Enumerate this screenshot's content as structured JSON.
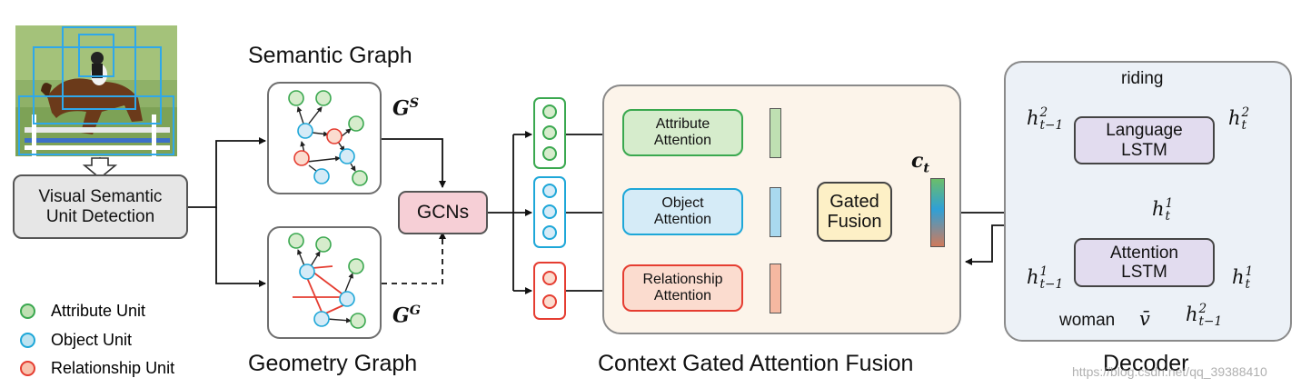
{
  "detection": {
    "label": "Visual Semantic Unit Detection"
  },
  "semantic_graph": {
    "title": "Semantic Graph",
    "symbol": "G",
    "sup": "S"
  },
  "geometry_graph": {
    "title": "Geometry Graph",
    "symbol": "G",
    "sup": "G"
  },
  "gcns": {
    "label": "GCNs"
  },
  "attention": {
    "attribute": "Attribute Attention",
    "object": "Object Attention",
    "relationship": "Relationship Attention"
  },
  "fusion": {
    "label": "Gated Fusion",
    "context_symbol": "c",
    "context_sub": "t"
  },
  "context_panel": {
    "title": "Context Gated Attention Fusion"
  },
  "decoder": {
    "title": "Decoder",
    "language_lstm": "Language LSTM",
    "attention_lstm": "Attention LSTM",
    "output_word": "riding",
    "input_word": "woman",
    "vbar": "v̄",
    "h": "h",
    "t": "t",
    "t_minus_1": "t−1",
    "one": "1",
    "two": "2"
  },
  "legend": [
    {
      "label": "Attribute Unit",
      "color": "#bfe0b2",
      "stroke": "#3aa84f"
    },
    {
      "label": "Object Unit",
      "color": "#bde3f0",
      "stroke": "#1ea7d8"
    },
    {
      "label": "Relationship Unit",
      "color": "#f8c3ae",
      "stroke": "#e53d31"
    }
  ],
  "watermark": "https://blog.csdn.net/qq_39388410",
  "colors": {
    "attribute_fill": "#d6eccc",
    "attribute_stroke": "#3aa84f",
    "object_fill": "#d5ebf7",
    "object_stroke": "#1ea7d8",
    "relation_fill": "#fbdccf",
    "relation_stroke": "#e53d31",
    "gcns_fill": "#f6cfd6",
    "fusion_fill": "#fdf0c6",
    "context_panel_fill": "#fcf4ea",
    "decoder_panel_fill": "#ecf1f7",
    "lstm_fill": "#e2dcef"
  }
}
